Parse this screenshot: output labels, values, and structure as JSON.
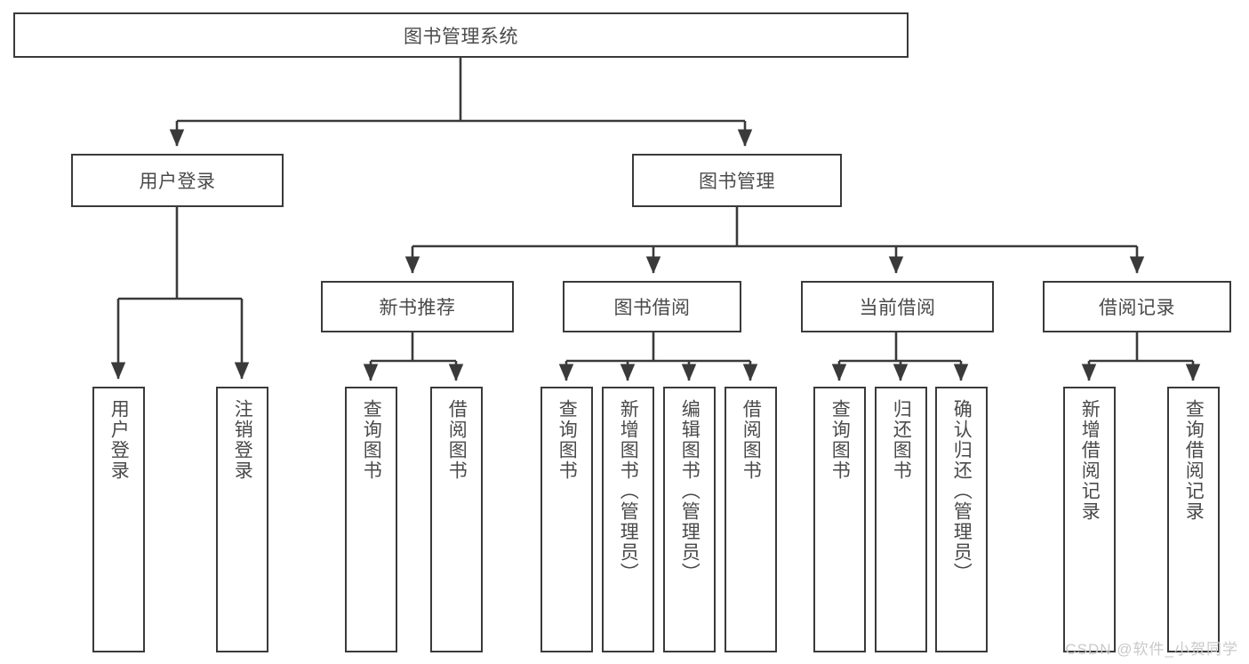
{
  "diagram": {
    "title": "图书管理系统",
    "colors": {
      "stroke": "#3a3a3a",
      "text": "#4a4a4a",
      "background": "#ffffff",
      "watermark": "#c9c9c9"
    },
    "root": {
      "label": "图书管理系统"
    },
    "level2": [
      {
        "label": "用户登录"
      },
      {
        "label": "图书管理"
      }
    ],
    "level3": [
      {
        "label": "新书推荐"
      },
      {
        "label": "图书借阅"
      },
      {
        "label": "当前借阅"
      },
      {
        "label": "借阅记录"
      }
    ],
    "leaves": {
      "user_login": [
        {
          "label": "用户登录"
        },
        {
          "label": "注销登录"
        }
      ],
      "new_book_recommend": [
        {
          "label": "查询图书"
        },
        {
          "label": "借阅图书"
        }
      ],
      "book_borrow": [
        {
          "label": "查询图书"
        },
        {
          "label": "新增图书（管理员）"
        },
        {
          "label": "编辑图书（管理员）"
        },
        {
          "label": "借阅图书"
        }
      ],
      "current_borrow": [
        {
          "label": "查询图书"
        },
        {
          "label": "归还图书"
        },
        {
          "label": "确认归还（管理员）"
        }
      ],
      "borrow_record": [
        {
          "label": "新增借阅记录"
        },
        {
          "label": "查询借阅记录"
        }
      ]
    },
    "watermark": "CSDN @软件_小贺同学"
  }
}
